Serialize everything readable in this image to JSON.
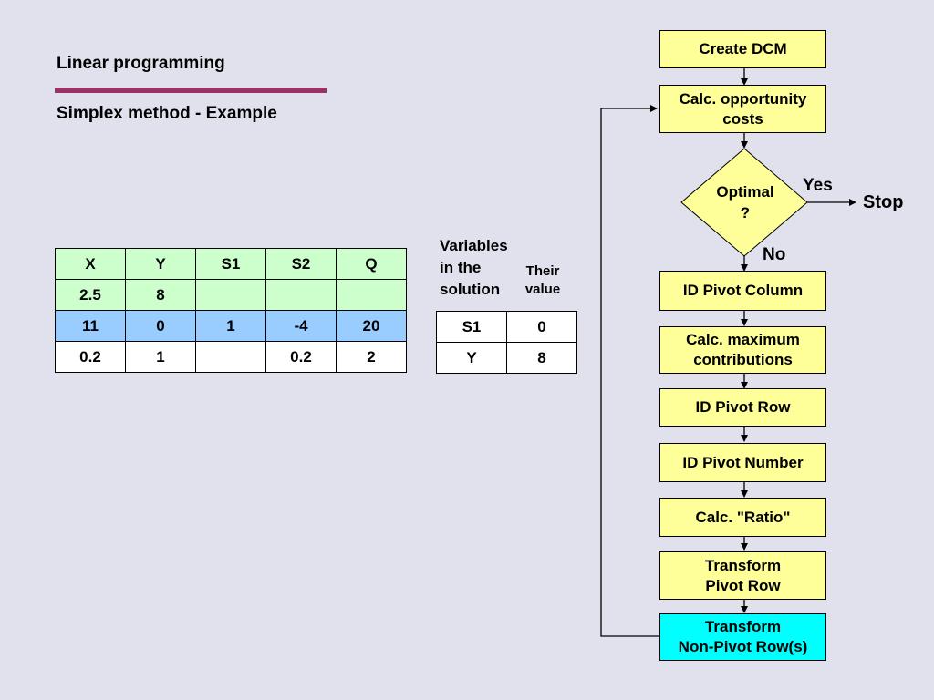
{
  "slide": {
    "title": "Linear programming",
    "subtitle": "Simplex method - Example",
    "accent_color": "#993366",
    "background": "#e1e1ee"
  },
  "simplex_table": {
    "columns": [
      "X",
      "Y",
      "S1",
      "S2",
      "Q"
    ],
    "rows": [
      [
        "2.5",
        "8",
        "",
        "",
        ""
      ],
      [
        "11",
        "0",
        "1",
        "-4",
        "20"
      ],
      [
        "0.2",
        "1",
        "",
        "0.2",
        "2"
      ]
    ],
    "colors": {
      "header": "#ccffcc",
      "row_1": "#ccffcc",
      "row_2": "#99ccff",
      "row_3": "#ffffff"
    }
  },
  "solution": {
    "label_lines": [
      "Variables",
      "in the",
      "solution"
    ],
    "value_label_lines": [
      "Their",
      "value"
    ],
    "rows": [
      [
        "S1",
        "0"
      ],
      [
        "Y",
        "8"
      ]
    ]
  },
  "flowchart": {
    "create_dcm": "Create DCM",
    "opportunity_costs": [
      "Calc. opportunity",
      "costs"
    ],
    "decision": [
      "Optimal",
      "?"
    ],
    "yes": "Yes",
    "no": "No",
    "stop": "Stop",
    "pivot_column": "ID Pivot Column",
    "max_contributions": [
      "Calc. maximum",
      "contributions"
    ],
    "pivot_row": "ID Pivot Row",
    "pivot_number": "ID Pivot Number",
    "calc_ratio": "Calc. \"Ratio\"",
    "transform_pivot_row": [
      "Transform",
      "Pivot Row"
    ],
    "transform_non_pivot": [
      "Transform",
      "Non-Pivot Row(s)"
    ],
    "box_color": "#ffff99",
    "highlight_color": "#00ffff"
  }
}
